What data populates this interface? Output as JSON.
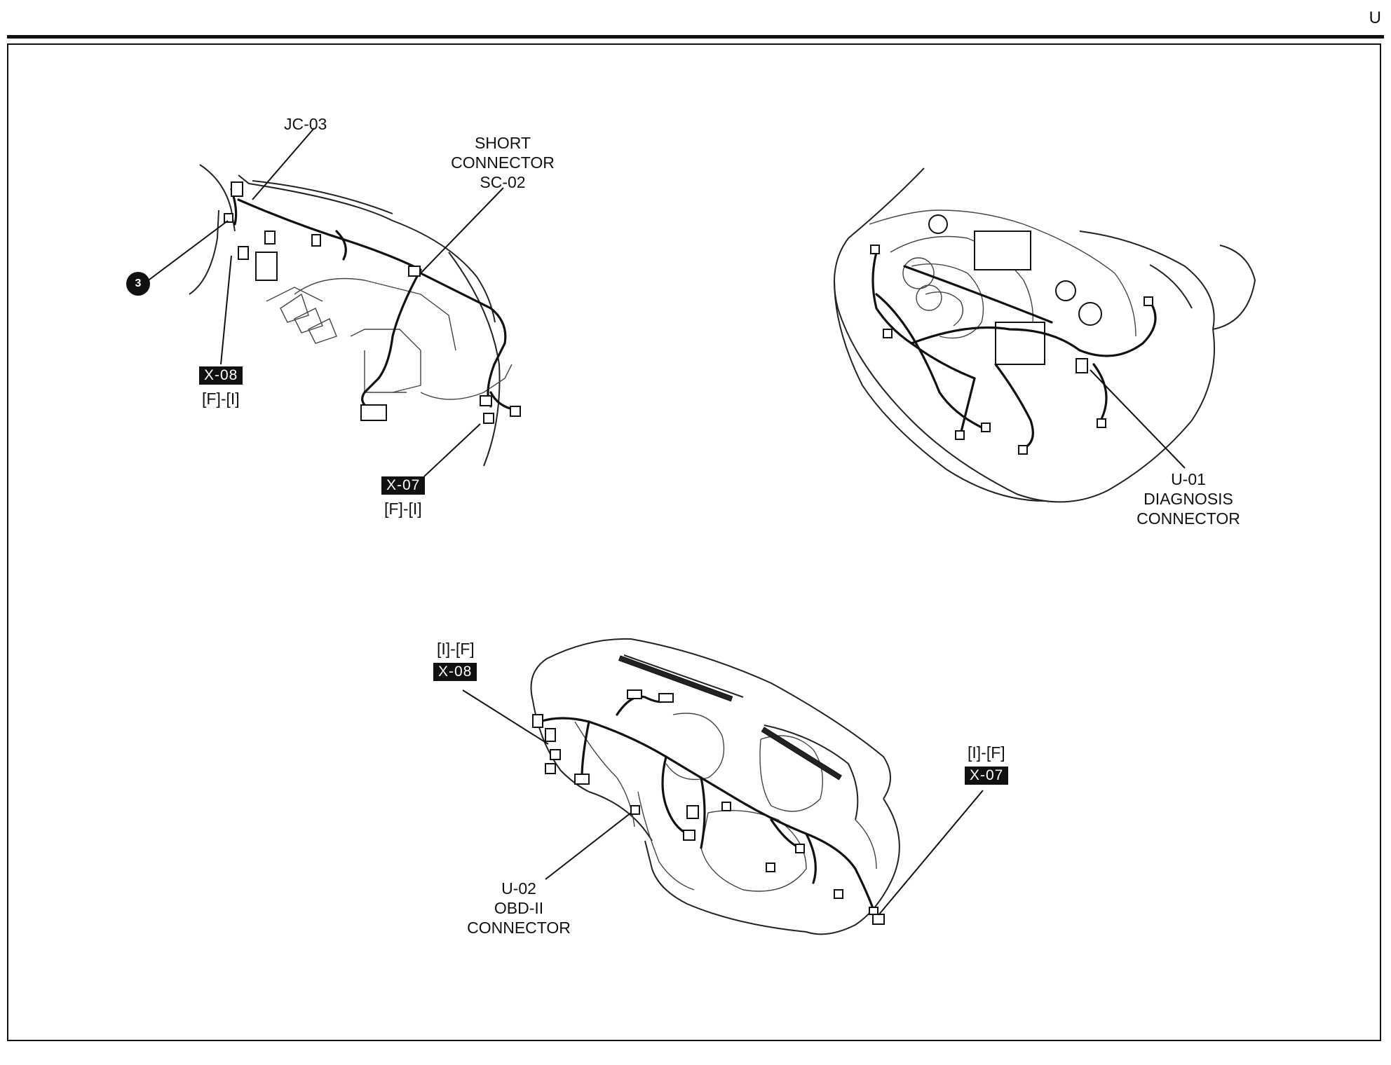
{
  "page": {
    "section_letter": "U"
  },
  "labels": {
    "jc03": "JC-03",
    "short_connector": {
      "line1": "SHORT",
      "line2": "CONNECTOR",
      "line3": "SC-02"
    },
    "callout_3": "3",
    "x08_left": {
      "badge": "X-08",
      "ref": "[F]-[I]"
    },
    "x07_left": {
      "badge": "X-07",
      "ref": "[F]-[I]"
    },
    "u01": {
      "line1": "U-01",
      "line2": "DIAGNOSIS",
      "line3": "CONNECTOR"
    },
    "x08_dash": {
      "ref": "[I]-[F]",
      "badge": "X-08"
    },
    "x07_dash": {
      "ref": "[I]-[F]",
      "badge": "X-07"
    },
    "u02": {
      "line1": "U-02",
      "line2": "OBD-II",
      "line3": "CONNECTOR"
    }
  }
}
